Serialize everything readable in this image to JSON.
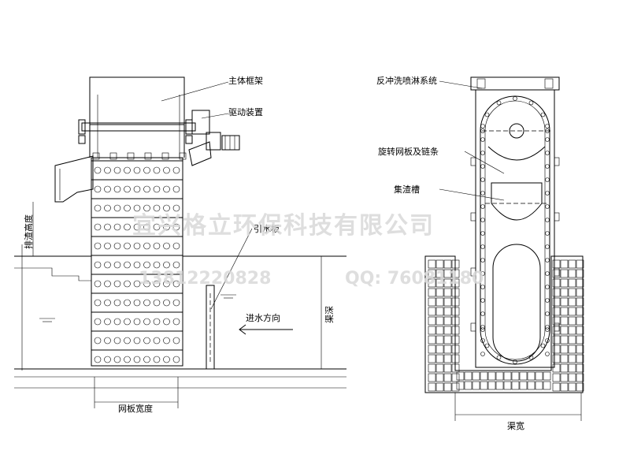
{
  "labels": {
    "main_frame": "主体框架",
    "drive_device": "驱动装置",
    "discharge_height": "排渣高度",
    "guide_plate": "引水板",
    "inflow_direction": "进水方向",
    "channel_depth": "渠深",
    "screen_width": "网板宽度",
    "backwash_system": "反冲洗喷淋系统",
    "rotating_screen_chain": "旋转网板及链条",
    "collection_trough": "集渣槽",
    "channel_width": "渠宽"
  },
  "watermark": {
    "company": "宜兴格立环保科技有限公司",
    "phone": "13812220828",
    "qq": "QQ: 76081180"
  },
  "colors": {
    "line": "#000000",
    "watermark": "#d9d9d9",
    "background": "#ffffff"
  }
}
